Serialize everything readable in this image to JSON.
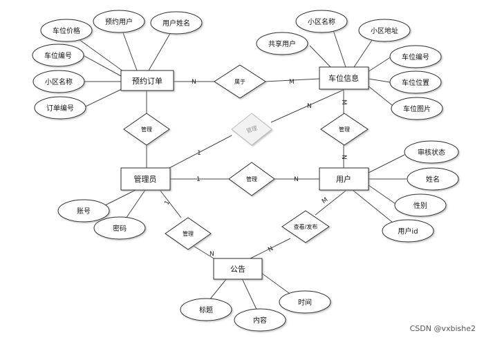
{
  "watermark": "CSDN @vxbishe2",
  "entities": {
    "order": "预约订单",
    "parking": "车位信息",
    "admin": "管理员",
    "user": "用户",
    "notice": "公告"
  },
  "attributes": {
    "order_price": "车位价格",
    "order_user": "预约用户",
    "order_username": "用户姓名",
    "order_spot_no": "车位编号",
    "order_community": "小区名称",
    "order_no": "订单编号",
    "parking_community": "小区名称",
    "parking_address": "小区地址",
    "parking_shared_user": "共享用户",
    "parking_spot_no": "车位编号",
    "parking_location": "车位位置",
    "parking_image": "车位图片",
    "user_status": "审核状态",
    "user_name": "姓名",
    "user_gender": "性别",
    "user_id": "用户id",
    "admin_account": "账号",
    "admin_password": "密码",
    "notice_title": "标题",
    "notice_content": "内容",
    "notice_time": "时间"
  },
  "relationships": {
    "belongs": "属于",
    "manage_order": "管理",
    "manage_parking": "管理",
    "manage_user_parking": "管理",
    "manage_user": "管理",
    "manage_notice": "管理",
    "view_publish": "查看/发布"
  },
  "cardinalities": {
    "order_belongs": "N",
    "belongs_parking": "M",
    "admin_manage_parking": "1",
    "manage_parking_n": "N",
    "parking_rel_top": "M",
    "parking_rel_bottom": "N",
    "admin_manage_user": "1",
    "manage_user_n": "N",
    "admin_manage_notice": "1",
    "manage_notice_n": "N",
    "user_view": "M",
    "view_notice": "N"
  }
}
